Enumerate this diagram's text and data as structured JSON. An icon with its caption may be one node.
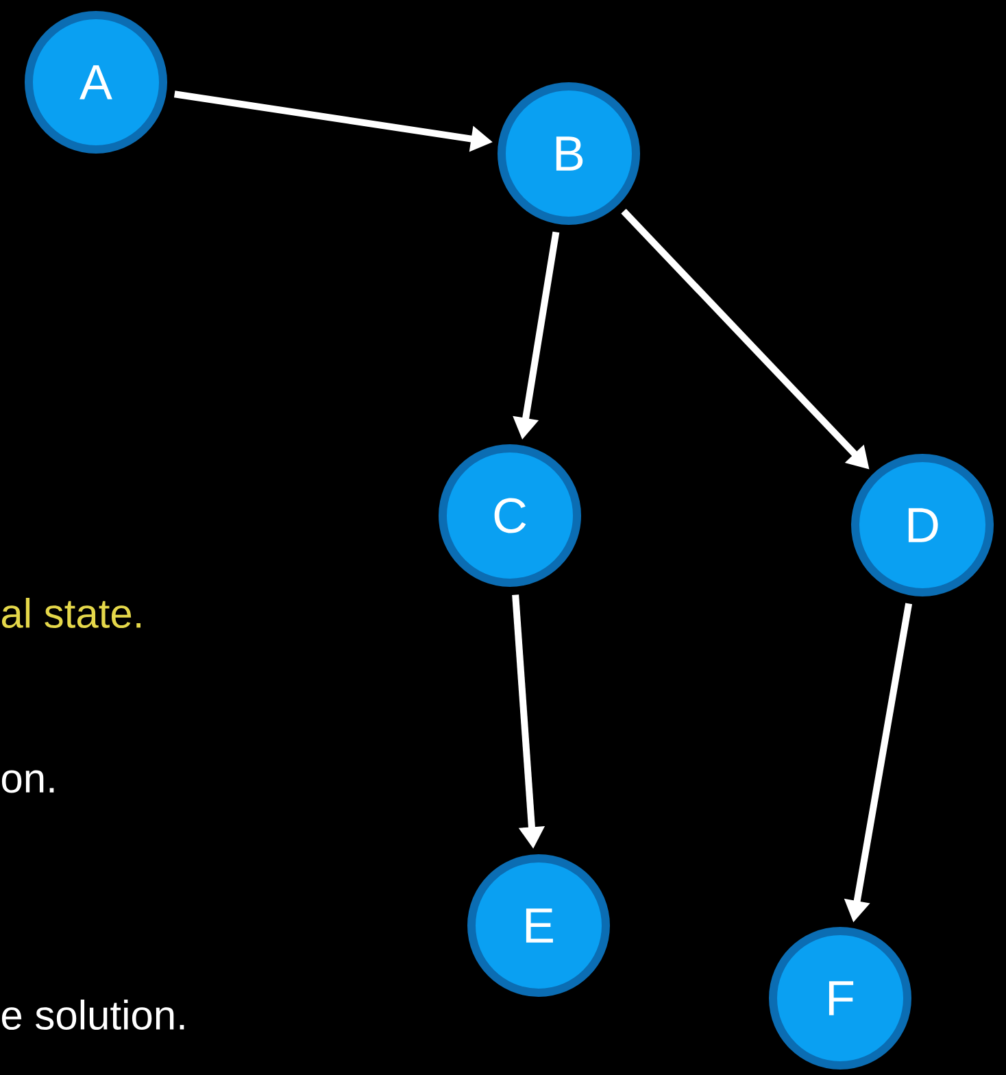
{
  "diagram": {
    "nodes": [
      {
        "text": [
          "A"
        ]
      },
      {
        "text": [
          "B"
        ]
      },
      {
        "text": [
          "C"
        ]
      },
      {
        "text": [
          "D"
        ]
      },
      {
        "text": [
          "E"
        ]
      },
      {
        "text": [
          "F"
        ]
      }
    ],
    "edges": [
      {
        "from": 0,
        "to": 1,
        "arrow": "to"
      },
      {
        "from": 1,
        "to": 2,
        "arrow": "to"
      },
      {
        "from": 1,
        "to": 3,
        "arrow": "to"
      },
      {
        "from": 2,
        "to": 4,
        "arrow": "to"
      },
      {
        "from": 3,
        "to": 5,
        "arrow": "to"
      }
    ],
    "labels": [
      "al state.",
      "on.",
      "e solution."
    ]
  }
}
